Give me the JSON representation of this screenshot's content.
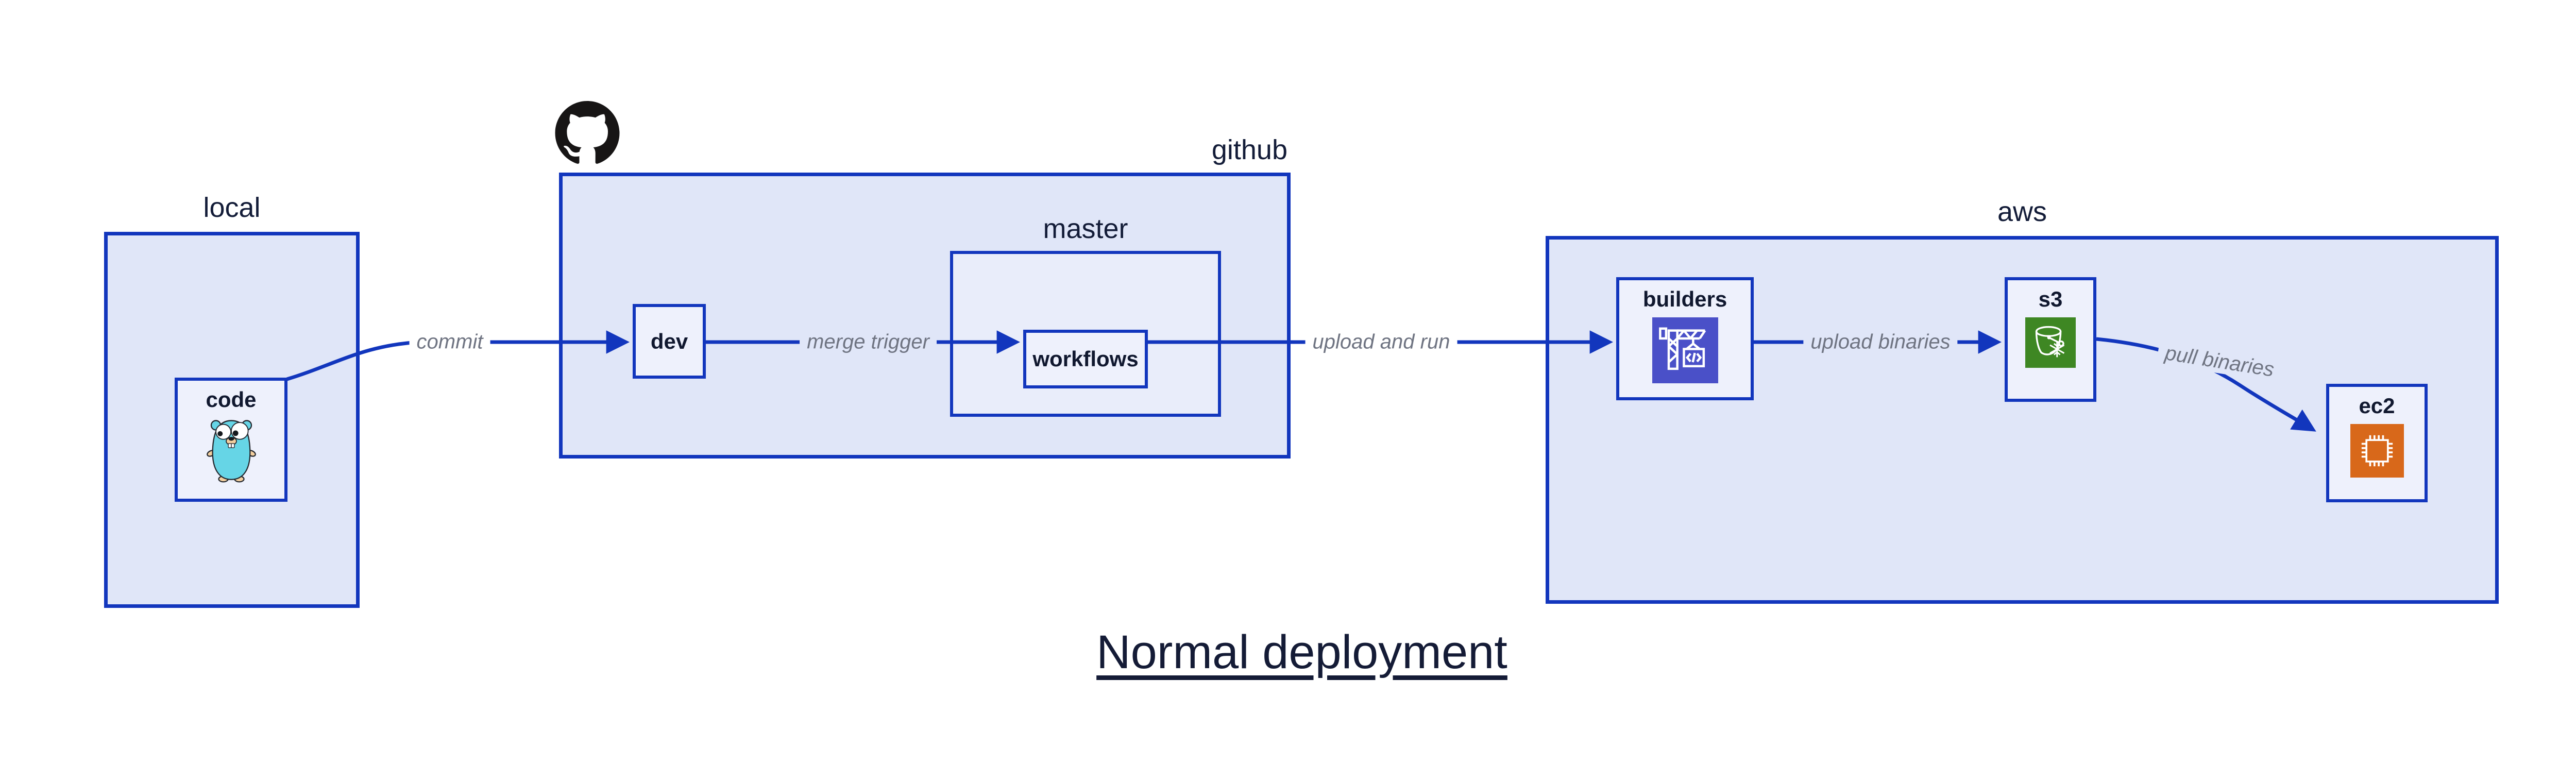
{
  "diagram": {
    "title": "Normal deployment",
    "groups": [
      {
        "id": "local",
        "label": "local"
      },
      {
        "id": "github",
        "label": "github",
        "icon": "github-octocat-icon"
      },
      {
        "id": "master",
        "label": "master"
      },
      {
        "id": "aws",
        "label": "aws"
      }
    ],
    "nodes": [
      {
        "id": "code",
        "label": "code",
        "icon": "go-gopher-icon"
      },
      {
        "id": "dev",
        "label": "dev"
      },
      {
        "id": "workflows",
        "label": "workflows"
      },
      {
        "id": "builders",
        "label": "builders",
        "icon": "codebuild-crane-icon"
      },
      {
        "id": "s3",
        "label": "s3",
        "icon": "s3-bucket-snowflake-icon"
      },
      {
        "id": "ec2",
        "label": "ec2",
        "icon": "ec2-chip-icon"
      }
    ],
    "edges": [
      {
        "id": "commit",
        "label": "commit",
        "from": "code",
        "to": "dev"
      },
      {
        "id": "merge-trigger",
        "label": "merge trigger",
        "from": "dev",
        "to": "workflows"
      },
      {
        "id": "upload-and-run",
        "label": "upload and run",
        "from": "workflows",
        "to": "builders"
      },
      {
        "id": "upload-binaries",
        "label": "upload binaries",
        "from": "builders",
        "to": "s3"
      },
      {
        "id": "pull-binaries",
        "label": "pull binaries",
        "from": "s3",
        "to": "ec2"
      }
    ],
    "colors": {
      "accent_blue": "#1236bd",
      "group_fill": "#e0e6f8",
      "subgroup_fill": "#e9edfa",
      "node_fill": "#eef1fc",
      "label_navy": "#131c38",
      "edge_label_gray": "#6f7482",
      "github_black": "#171515",
      "codebuild_indigo": "#4a50c8",
      "s3_green": "#3e8723",
      "ec2_orange": "#d8681a",
      "gopher_teal": "#66d5e6",
      "gopher_tan": "#f3cf9f"
    }
  }
}
